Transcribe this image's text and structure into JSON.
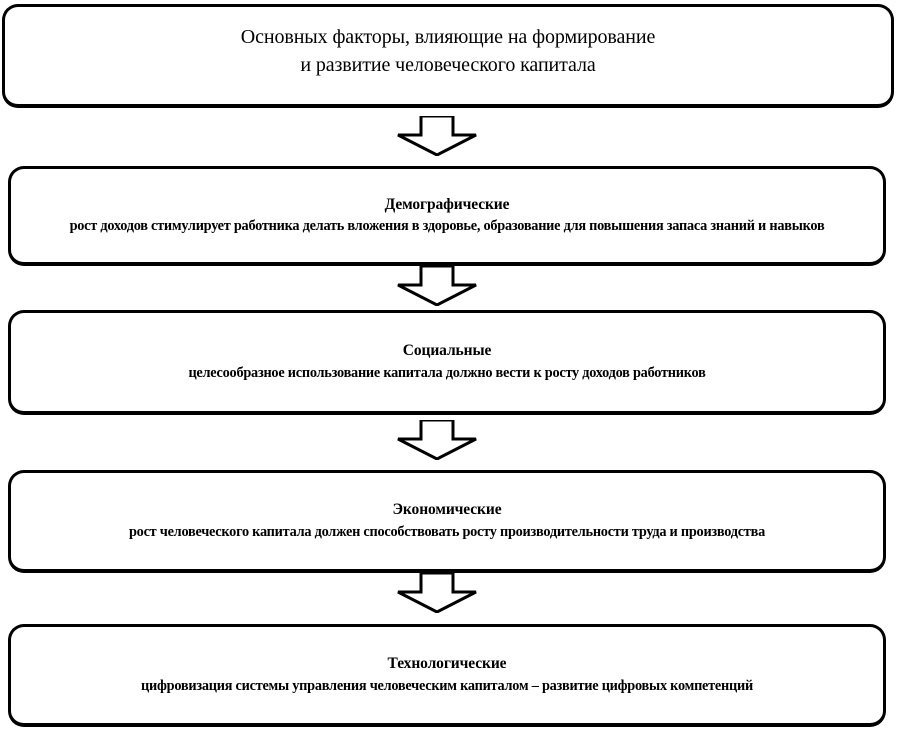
{
  "diagram": {
    "type": "flowchart-vertical",
    "title": "Основных факторы, влияющие на формирование и развитие человеческого капитала",
    "nodes": [
      {
        "id": "header",
        "title_line1": "Основных факторы, влияющие на формирование",
        "title_line2": "и развитие человеческого капитала",
        "body": ""
      },
      {
        "id": "demographic",
        "title": "Демографические",
        "body": "рост доходов стимулирует работника делать вложения в здоровье, образование для повышения запаса знаний и навыков"
      },
      {
        "id": "social",
        "title": "Социальные",
        "body": "целесообразное использование капитала должно вести к росту доходов работников"
      },
      {
        "id": "economic",
        "title": "Экономические",
        "body": "рост человеческого капитала должен способствовать росту производительности труда и производства"
      },
      {
        "id": "technological",
        "title": "Технологические",
        "body": "цифровизация системы управления человеческим капиталом – развитие цифровых компетенций"
      }
    ],
    "connectors": [
      {
        "id": "arrow-1",
        "from": "header",
        "to": "demographic",
        "direction": "down"
      },
      {
        "id": "arrow-2",
        "from": "demographic",
        "to": "social",
        "direction": "down"
      },
      {
        "id": "arrow-3",
        "from": "social",
        "to": "economic",
        "direction": "down"
      },
      {
        "id": "arrow-4",
        "from": "economic",
        "to": "technological",
        "direction": "down"
      }
    ],
    "colors": {
      "stroke": "#000000",
      "fill": "#ffffff",
      "text": "#000000"
    }
  }
}
